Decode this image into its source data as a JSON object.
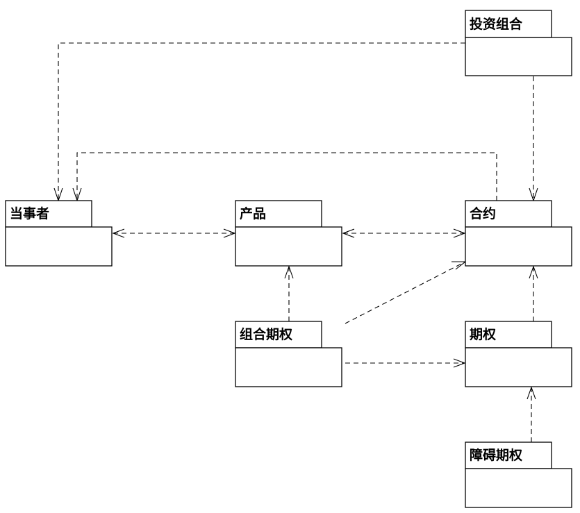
{
  "packages": {
    "portfolio": "投资组合",
    "party": "当事者",
    "product": "产品",
    "contract": "合约",
    "combo_option": "组合期权",
    "option": "期权",
    "barrier_option": "障碍期权"
  }
}
